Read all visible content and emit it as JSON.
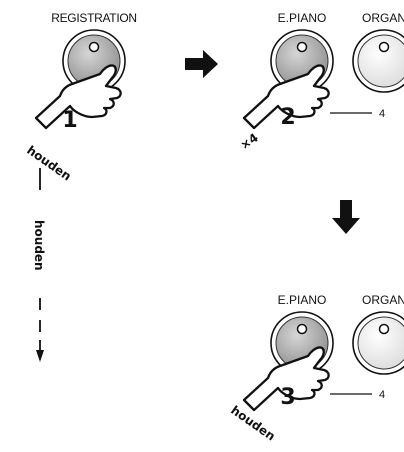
{
  "labels": {
    "registration": "REGISTRATION",
    "epiano": "E.PIANO",
    "organ": "ORGAN",
    "epiano_2": "E.PIANO",
    "organ_2": "ORGAN"
  },
  "steps": {
    "step1": "1",
    "step2": "2",
    "step3": "3"
  },
  "texts": {
    "hold_1": "houden",
    "hold_vertical": "houden",
    "hold_3": "houden",
    "times": "×4",
    "count_2": "4",
    "count_3": "4"
  }
}
